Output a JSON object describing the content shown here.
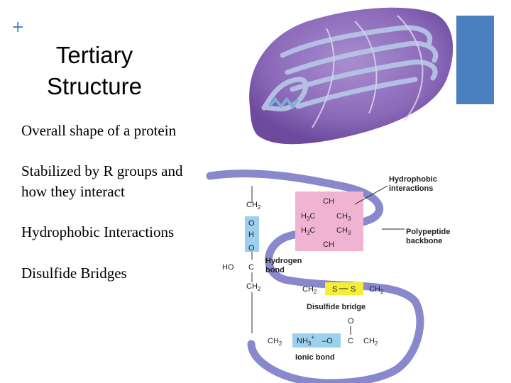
{
  "slide": {
    "plus_glyph": "+",
    "title_line1": "Tertiary",
    "title_line2": "Structure",
    "bullets": [
      "Overall shape of a protein",
      "Stabilized by R groups and",
      "how they interact",
      "Hydrophobic Interactions",
      "Disulfide Bridges"
    ],
    "accent_color": "#4a7fc0"
  },
  "diagram": {
    "labels": {
      "hydrophobic_1": "Hydrophobic",
      "hydrophobic_2": "interactions",
      "backbone_1": "Polypeptide",
      "backbone_2": "backbone",
      "hydrogen_1": "Hydrogen",
      "hydrogen_2": "bond",
      "disulfide": "Disulfide bridge",
      "ionic": "Ionic bond"
    },
    "chem": {
      "ch": "CH",
      "h3c": "H",
      "ch3": "CH",
      "ch2": "CH",
      "o": "O",
      "h": "H",
      "c": "C",
      "ho": "HO",
      "s": "S",
      "nh3": "NH",
      "neg_o": "–O",
      "sub2": "2",
      "sub3": "3",
      "plus": "+"
    }
  }
}
